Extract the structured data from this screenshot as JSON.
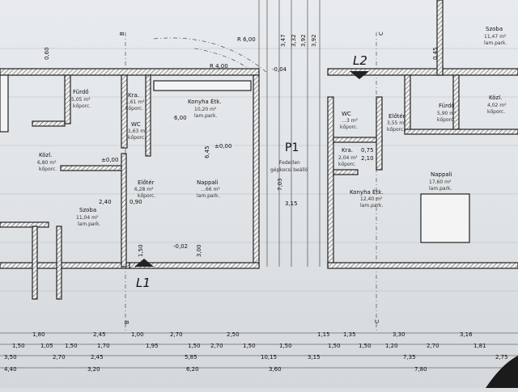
{
  "axes": {
    "b_top": "B",
    "b_bottom": "B",
    "c_top": "C",
    "c_bottom": "C"
  },
  "labels": {
    "l1": "L1",
    "l2": "L2",
    "p1": "P1"
  },
  "p1_sub": [
    "Fedetlen",
    "gépkocsi beálló"
  ],
  "radii": [
    "R 6,00",
    "R 4,00"
  ],
  "rooms": [
    {
      "name": "Fürdő",
      "area": "5,05 m²",
      "floor": "kőporc."
    },
    {
      "name": "Kra.",
      "area": "1,61 m²",
      "floor": "kőporc."
    },
    {
      "name": "Konyha Étk.",
      "area": "10,20 m²",
      "floor": "lam.park."
    },
    {
      "name": "WC",
      "area": "1,63 m²",
      "floor": "kőporc."
    },
    {
      "name": "Közl.",
      "area": "6,80 m²",
      "floor": "kőporc."
    },
    {
      "name": "Előtér",
      "area": "6,28 m²",
      "floor": "kőporc."
    },
    {
      "name": "Nappali",
      "area": "…66 m²",
      "floor": "lam.park."
    },
    {
      "name": "Szoba",
      "area": "11,04 m²",
      "floor": "lam.park."
    },
    {
      "name": "WC",
      "area": "…3 m²",
      "floor": "kőporc."
    },
    {
      "name": "Kra.",
      "area": "2,04 m²",
      "floor": "kőporc."
    },
    {
      "name": "Előtér",
      "area": "3,55 m²",
      "floor": "kőporc."
    },
    {
      "name": "Fürdő",
      "area": "5,90 m²",
      "floor": "kőporc."
    },
    {
      "name": "Közl.",
      "area": "4,02 m²",
      "floor": "kőporc."
    },
    {
      "name": "Konyha Étk.",
      "area": "12,40 m²",
      "floor": "lam.park."
    },
    {
      "name": "Nappali",
      "area": "17,60 m²",
      "floor": "lam.park."
    },
    {
      "name": "Szoba",
      "area": "11,47 m²",
      "floor": "lam.park."
    }
  ],
  "dims_row1": [
    "1,80",
    "2,45",
    "1,00",
    "2,70",
    "2,50",
    "1,15",
    "1,35",
    "3,30",
    "3,16"
  ],
  "dims_row2": [
    "1,50",
    "1,05",
    "1,50",
    "1,70",
    "1,95",
    "1,50",
    "2,70",
    "1,50",
    "1,50",
    "1,50",
    "1,50",
    "1,20",
    "2,70",
    "1,81"
  ],
  "dims_row3": [
    "3,50",
    "2,70",
    "2,45",
    "5,85",
    "10,15",
    "3,15",
    "7,35",
    "2,75"
  ],
  "dims_row4": [
    "4,40",
    "3,20",
    "6,20",
    "3,60",
    "7,80"
  ],
  "vert_dims_top": [
    "3,47",
    "3,32",
    "3,92",
    "3,92"
  ],
  "misc": [
    "±0,00",
    "-0,02",
    "-0,04",
    "±0,00",
    "6,45",
    "6,00",
    "7,03",
    "3,15",
    "2,40",
    "3,00",
    "1,50",
    "2,10",
    "0,90",
    "0,75",
    "0,60",
    "0,45"
  ]
}
